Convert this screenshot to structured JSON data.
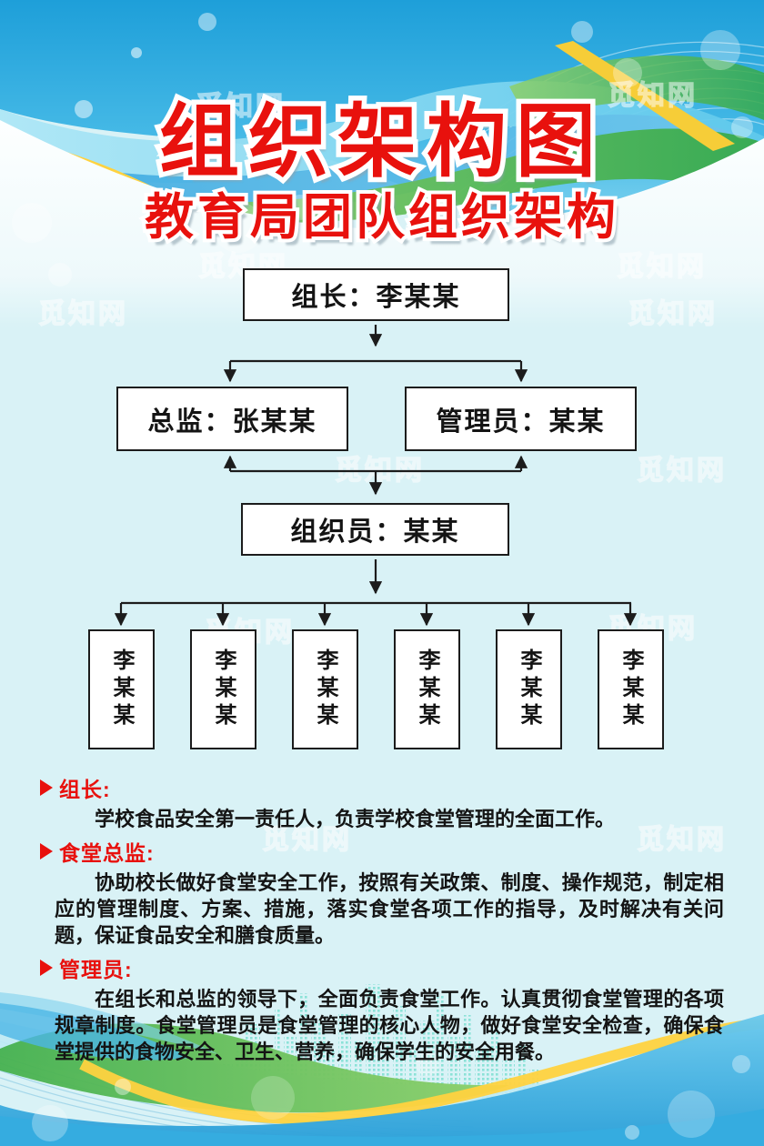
{
  "page": {
    "background_color": "#d9f2f6",
    "box_border_color": "#1c1c1c",
    "box_fill_color": "#ffffff"
  },
  "watermark": {
    "text": "觅知网"
  },
  "header": {
    "title": "组织架构图",
    "subtitle": "教育局团队组织架构",
    "title_color": "#e8110d",
    "ribbon_colors": [
      "#3fc1e8",
      "#2b9fd8",
      "#4fb848",
      "#ffd23f"
    ]
  },
  "org_chart": {
    "leader": {
      "label": "组长：李某某"
    },
    "director": {
      "label": "总监：张某某"
    },
    "admin": {
      "label": "管理员：某某"
    },
    "organizer": {
      "label": "组织员：某某"
    },
    "members": [
      "李某某",
      "李某某",
      "李某某",
      "李某某",
      "李某某",
      "李某某"
    ]
  },
  "sections": [
    {
      "heading": "组长:",
      "body": "学校食品安全第一责任人，负责学校食堂管理的全面工作。"
    },
    {
      "heading": "食堂总监:",
      "body": "协助校长做好食堂安全工作，按照有关政策、制度、操作规范，制定相应的管理制度、方案、措施，落实食堂各项工作的指导，及时解决有关问题，保证食品安全和膳食质量。"
    },
    {
      "heading": "管理员:",
      "body": "在组长和总监的领导下，全面负责食堂工作。认真贯彻食堂管理的各项规章制度。食堂管理员是食堂管理的核心人物，做好食堂安全检查，确保食堂提供的食物安全、卫生、营养，确保学生的安全用餐。"
    }
  ]
}
